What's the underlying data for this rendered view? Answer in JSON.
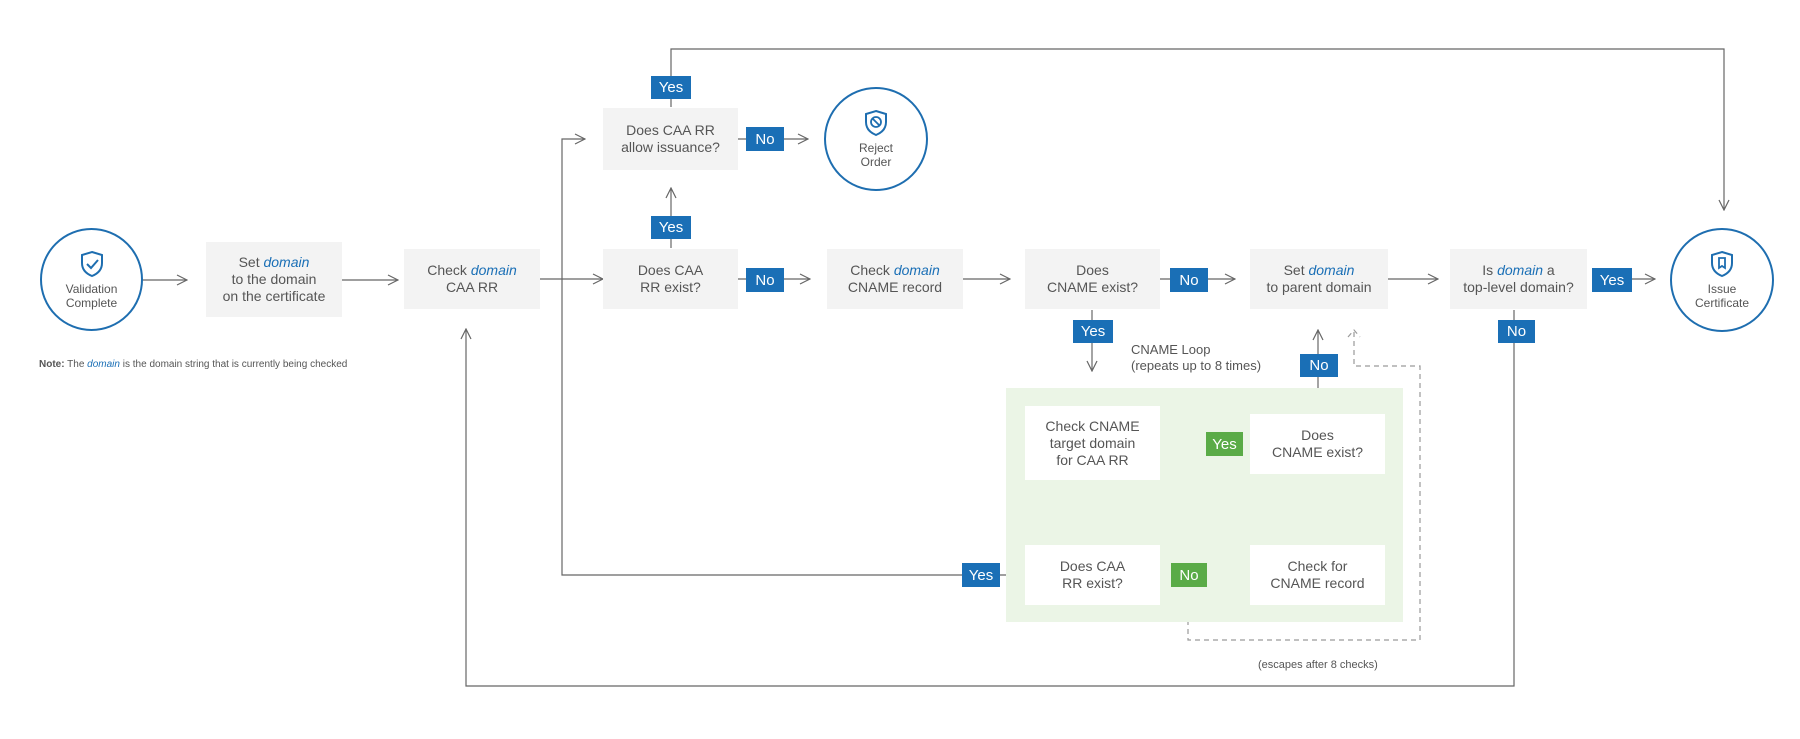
{
  "colors": {
    "accent": "#1a6fb6",
    "loop_badge": "#5aab47",
    "loop_panel": "#ebf5e6",
    "box": "#f3f3f3",
    "line": "#666666"
  },
  "nodes": {
    "validation_complete": {
      "line1": "Validation",
      "line2": "Complete",
      "icon": "shield-check-icon"
    },
    "set_domain_cert": {
      "pre": "Set ",
      "em": "domain",
      "post": "to the domain\non the certificate"
    },
    "check_domain_caa": {
      "pre": "Check ",
      "em": "domain",
      "post": "CAA RR"
    },
    "caa_exist": {
      "text": "Does CAA\nRR exist?"
    },
    "caa_allow": {
      "text": "Does CAA RR\nallow issuance?"
    },
    "reject_order": {
      "line1": "Reject",
      "line2": "Order",
      "icon": "ban-shield-icon"
    },
    "check_domain_cname": {
      "pre": "Check ",
      "em": "domain",
      "post": "CNAME record"
    },
    "cname_exist_main": {
      "text": "Does\nCNAME exist?"
    },
    "set_parent": {
      "pre": "Set ",
      "em": "domain",
      "post": "to parent domain"
    },
    "top_level": {
      "pre": "Is ",
      "em": "domain",
      "post_inline": " a",
      "post": "top-level domain?"
    },
    "issue_certificate": {
      "line1": "Issue",
      "line2": "Certificate",
      "icon": "certificate-shield-icon"
    },
    "check_cname_target": {
      "text": "Check CNAME\ntarget domain\nfor CAA RR"
    },
    "loop_cname_exist": {
      "text": "Does\nCNAME exist?"
    },
    "loop_caa_exist": {
      "text": "Does CAA\nRR exist?"
    },
    "check_for_cname": {
      "text": "Check for\nCNAME record"
    }
  },
  "badges": {
    "yes_top": "Yes",
    "no_reject": "No",
    "yes_caa_exist": "Yes",
    "no_caa_exist": "No",
    "no_cname_main": "No",
    "yes_cname_main": "Yes",
    "yes_top_level": "Yes",
    "no_top_level": "No",
    "no_loop_up": "No",
    "yes_loop_target": "Yes",
    "yes_loop_back": "Yes",
    "no_loop_check": "No"
  },
  "labels": {
    "cname_loop": "CNAME Loop\n(repeats up to 8 times)",
    "escapes": "(escapes after 8 checks)"
  },
  "note": {
    "prefix": "Note:",
    "pre": " The ",
    "em": "domain",
    "post": " is the domain string that is currently being checked"
  }
}
